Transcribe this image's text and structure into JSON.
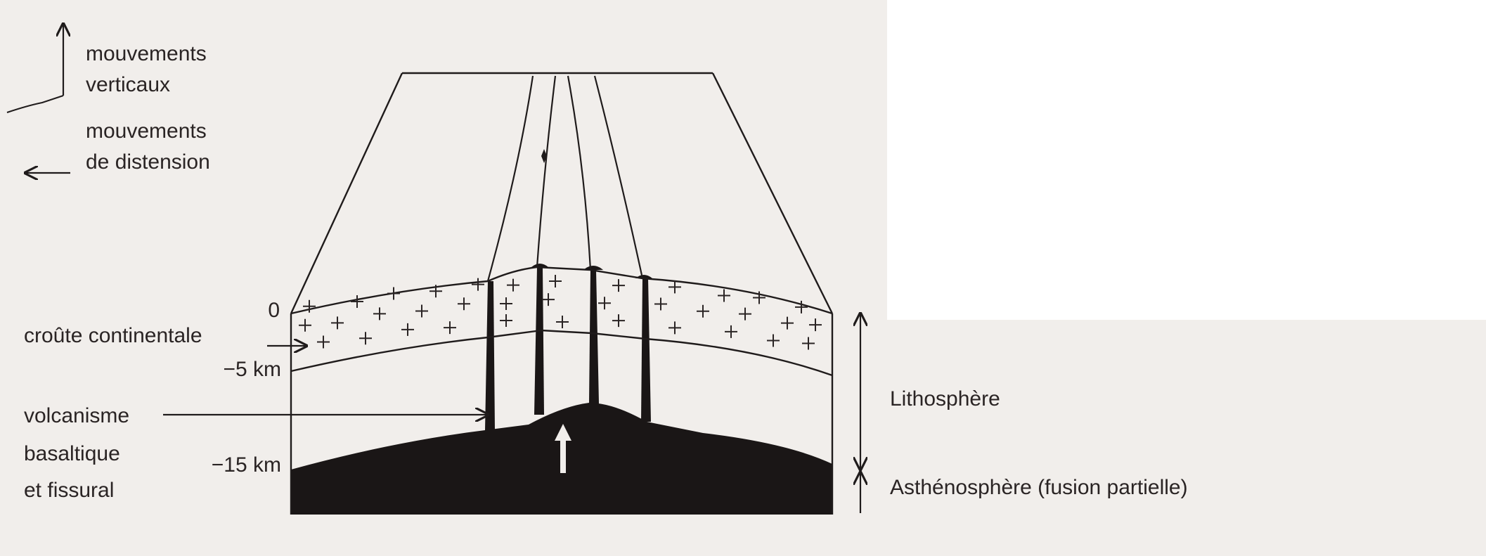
{
  "colors": {
    "paper": "#f1eeeb",
    "ink": "#1f1b1b",
    "magma": "#1a1616",
    "outside": "#ffffff"
  },
  "legend": {
    "vertical_line1": "mouvements",
    "vertical_line2": "verticaux",
    "distension_line1": "mouvements",
    "distension_line2": "de distension"
  },
  "depths": {
    "zero": "0",
    "five": "−5 km",
    "fifteen": "−15 km"
  },
  "labels": {
    "crust": "croûte continentale",
    "volcanism_line1": "volcanisme",
    "volcanism_line2": "basaltique",
    "volcanism_line3": "et fissural",
    "lithosphere": "Lithosphère",
    "asthenosphere": "Asthénosphère (fusion partielle)"
  },
  "icons": {
    "vertical_arrow": "arrow-up-icon",
    "distension_arrow": "arrow-left-icon",
    "upwelling_arrow": "arrow-up-icon"
  }
}
